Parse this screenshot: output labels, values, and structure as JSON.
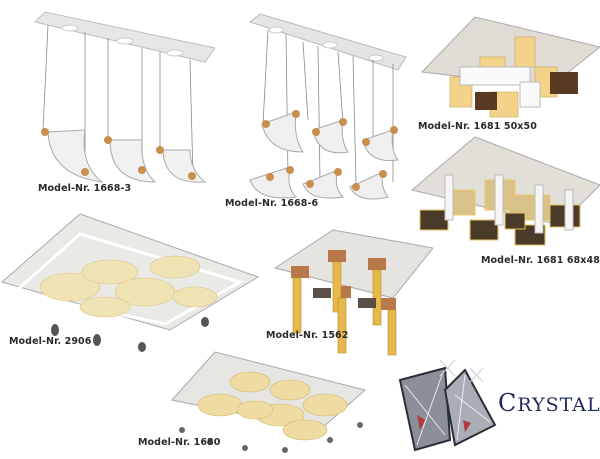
{
  "catalog": {
    "products": [
      {
        "model": "Model-Nr. 1668-3",
        "type": "moon-pendant-3"
      },
      {
        "model": "Model-Nr. 1668-6",
        "type": "moon-pendant-6"
      },
      {
        "model": "Model-Nr. 1681 50x50",
        "type": "ceiling-square-gold"
      },
      {
        "model": "Model-Nr. 1681 68x48",
        "type": "ceiling-rect-gold"
      },
      {
        "model": "Model-Nr. 2906",
        "type": "ceiling-rect-crystal"
      },
      {
        "model": "Model-Nr. 1562",
        "type": "ceiling-square-copper"
      },
      {
        "model": "Model-Nr. 1680",
        "type": "ceiling-flower"
      }
    ],
    "brand": {
      "first": "C",
      "rest": "RYSTAL",
      "display": "Crystal",
      "icon": "crystal-gem-icon"
    },
    "colors": {
      "label": "#2a2a2a",
      "brand": "#1f2a5c",
      "chrome": "#d9d9d9",
      "gold": "#e8c16a",
      "copper": "#b9784a"
    }
  }
}
